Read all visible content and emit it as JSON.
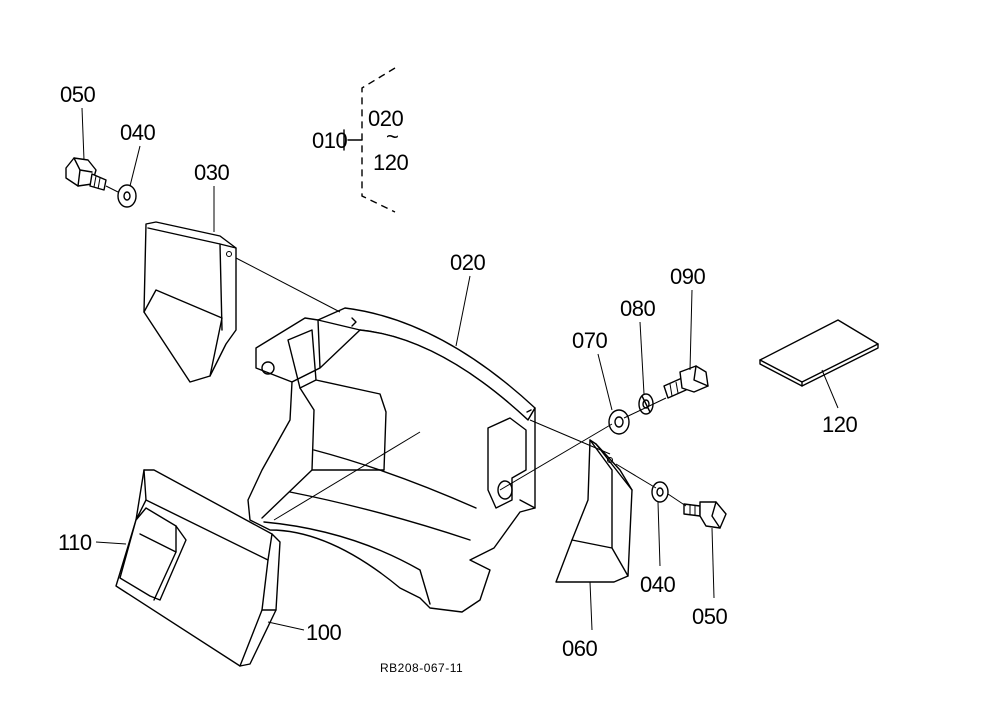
{
  "labels": {
    "p010": "010",
    "p020_range": "020",
    "p_range_sep": "~",
    "p120_range": "120",
    "p020": "020",
    "p030": "030",
    "p040_top": "040",
    "p040_bottom": "040",
    "p050_top": "050",
    "p050_bottom": "050",
    "p060": "060",
    "p070": "070",
    "p080": "080",
    "p090": "090",
    "p100": "100",
    "p110": "110",
    "p120": "120"
  },
  "drawing_ref": "RB208-067-11"
}
